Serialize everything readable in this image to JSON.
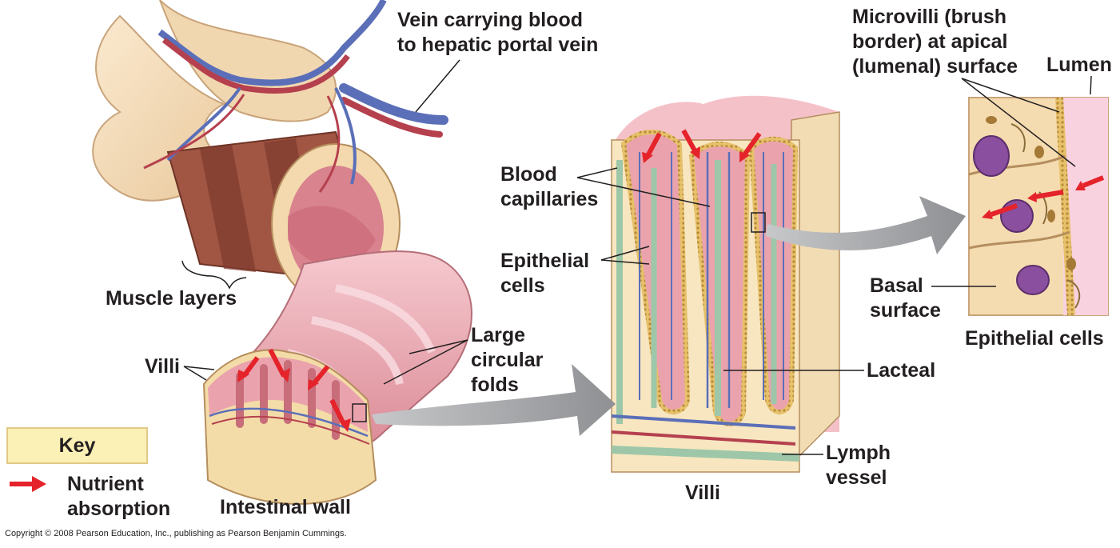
{
  "labels": {
    "vein": "Vein carrying blood\nto hepatic portal vein",
    "microvilli": "Microvilli (brush\nborder) at apical\n(lumenal) surface",
    "lumen": "Lumen",
    "blood_capillaries": "Blood\ncapillaries",
    "epithelial_cells_mid": "Epithelial\ncells",
    "muscle_layers": "Muscle layers",
    "basal_surface": "Basal\nsurface",
    "epithelial_cells_right": "Epithelial cells",
    "large_circular_folds": "Large\ncircular\nfolds",
    "villi_left": "Villi",
    "lacteal": "Lacteal",
    "lymph_vessel": "Lymph\nvessel",
    "villi_center": "Villi",
    "intestinal_wall": "Intestinal wall"
  },
  "key": {
    "title": "Key",
    "nutrient_absorption": "Nutrient\nabsorption"
  },
  "copyright": "Copyright © 2008 Pearson Education, Inc., publishing as Pearson Benjamin Cummings.",
  "colors": {
    "arrow_red": "#e5232b",
    "vein_blue": "#5b6fb8",
    "artery_red": "#b5404e",
    "lymph_green": "#9dc7a8",
    "mucosa_pink": "#eba7b1",
    "tissue_tan": "#f4dca8",
    "muscle_brown": "#9b5441",
    "lumen_pink": "#f9d2e0",
    "key_fill": "#fbf0b6",
    "process_arrow_gray": "#a7a9ac"
  }
}
